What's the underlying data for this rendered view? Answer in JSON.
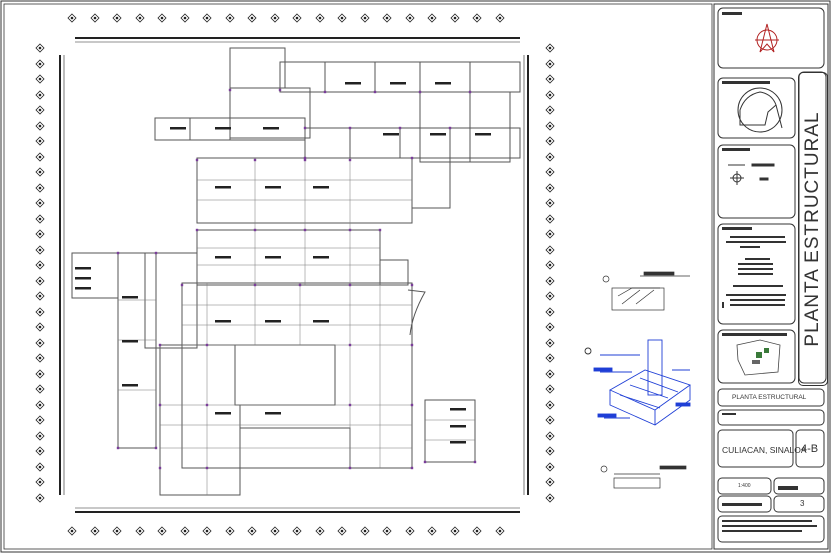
{
  "sheet": {
    "title_vertical": "PLANTA ESTRUCTURAL",
    "plan_name": "PLANTA ESTRUCTURAL",
    "location": "CULIACAN, SINALOA",
    "sheet_code": "4-B",
    "scale": "1:400",
    "sheet_number": "3"
  },
  "colors": {
    "line": "#333333",
    "wall": "#555555",
    "purple": "#7a3d9a",
    "north_red": "#b22222",
    "detail_blue": "#1f3fd6"
  },
  "icons": {
    "north_arrow": "north-arrow-icon",
    "gridline_marker": "diamond-marker-icon"
  }
}
